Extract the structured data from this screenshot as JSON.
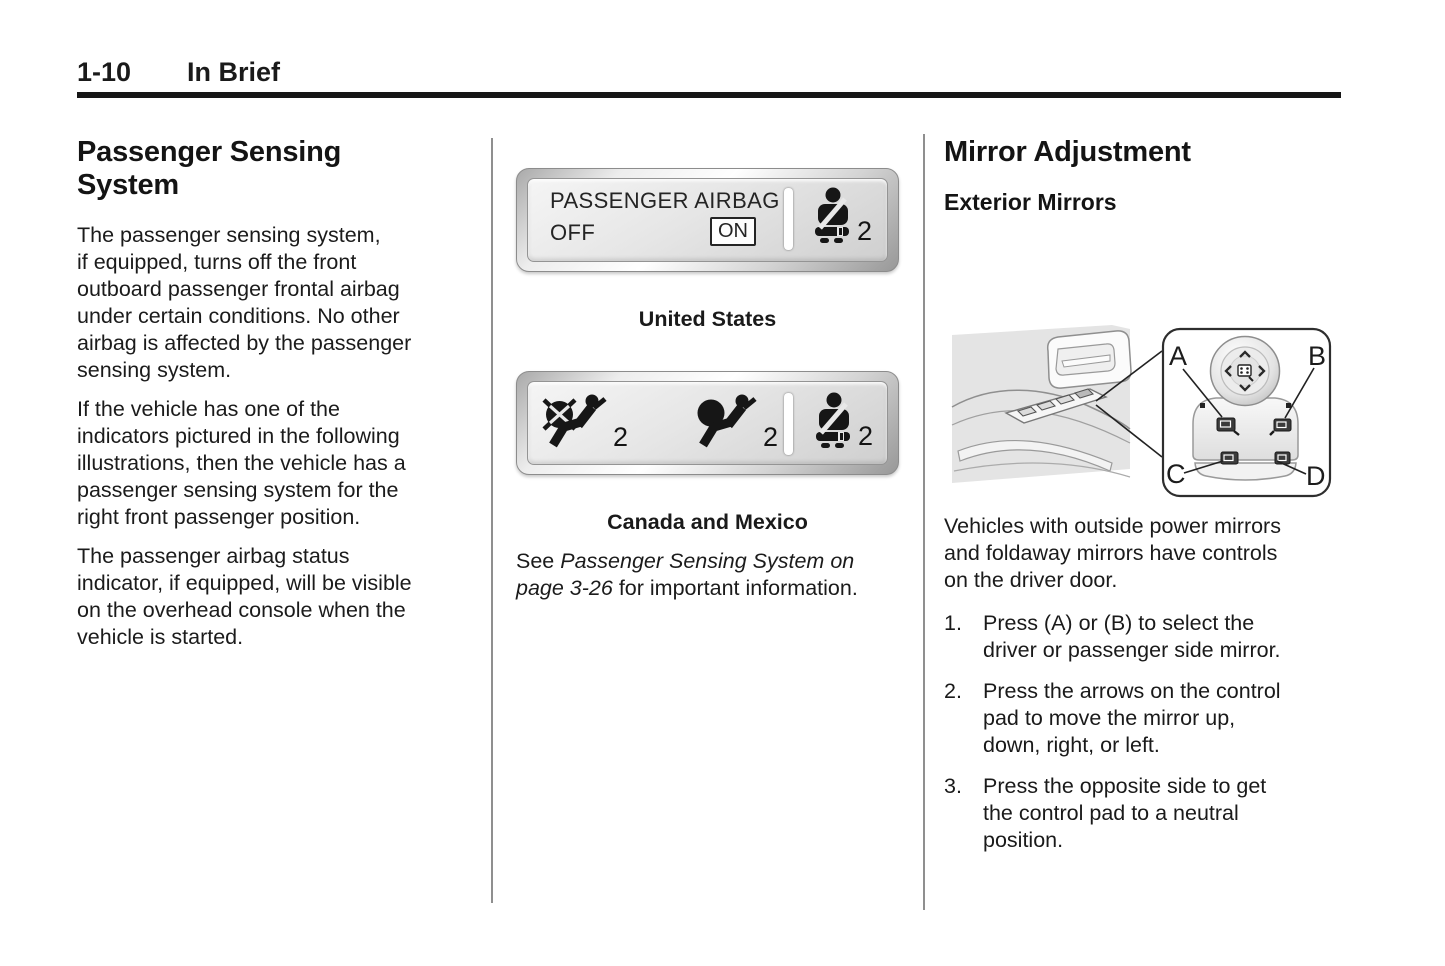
{
  "header": {
    "page_number": "1-10",
    "chapter": "In Brief"
  },
  "left_column": {
    "heading": "Passenger Sensing\nSystem",
    "paragraphs": [
      "The passenger sensing system,\nif equipped, turns off the front\noutboard passenger frontal airbag\nunder certain conditions. No other\nairbag is affected by the passenger\nsensing system.",
      "If the vehicle has one of the\nindicators pictured in the following\nillustrations, then the vehicle has a\npassenger sensing system for the\nright front passenger position.",
      "The passenger airbag status\nindicator, if equipped, will be visible\non the overhead console when the\nvehicle is started."
    ]
  },
  "middle_column": {
    "us_indicator": {
      "line1": "PASSENGER AIRBAG",
      "off_label": "OFF",
      "on_label": "ON",
      "belt_subscript": "2"
    },
    "us_caption": "United States",
    "ca_indicator": {
      "airbag_off_subscript": "2",
      "airbag_on_subscript": "2",
      "belt_subscript": "2"
    },
    "ca_caption": "Canada and Mexico",
    "reference": {
      "prefix": "See ",
      "italic": "Passenger Sensing System on\npage 3-26",
      "suffix": " for important information."
    }
  },
  "right_column": {
    "heading": "Mirror Adjustment",
    "subheading": "Exterior Mirrors",
    "diagram_labels": {
      "a": "A",
      "b": "B",
      "c": "C",
      "d": "D"
    },
    "intro": "Vehicles with outside power mirrors\nand foldaway mirrors have controls\non the driver door.",
    "steps": [
      {
        "number": "1.",
        "text": "Press (A) or (B) to select the\ndriver or passenger side mirror."
      },
      {
        "number": "2.",
        "text": "Press the arrows on the control\npad to move the mirror up,\ndown, right, or left."
      },
      {
        "number": "3.",
        "text": "Press the opposite side to get\nthe control pad to a neutral\nposition."
      }
    ]
  },
  "icons": {
    "seatbelt_occupant": "seatbelt-icon",
    "airbag_off": "airbag-off-icon",
    "airbag_on": "airbag-on-icon",
    "mirror_control_knob": "mirror-knob-icon"
  },
  "colors": {
    "text": "#1a1a1a",
    "rule": "#161616",
    "divider": "#8f8f8f",
    "indicator_frame": "#8c8c8c",
    "indicator_panel": "#e6e6e6"
  }
}
